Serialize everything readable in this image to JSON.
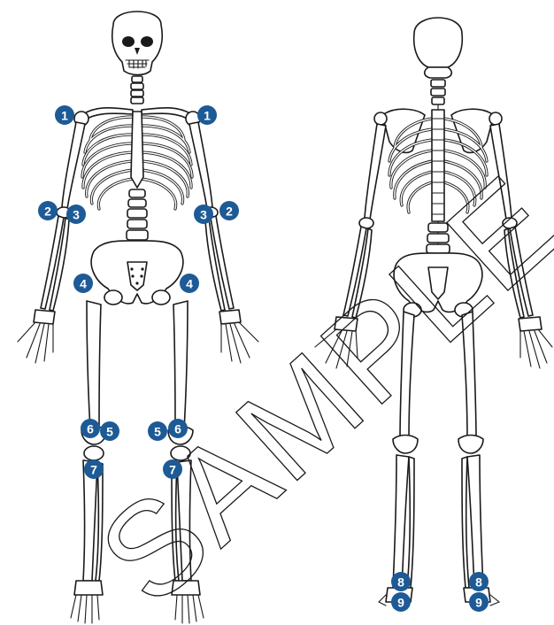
{
  "colors": {
    "marker": "#1d5a96",
    "marker_text": "#ffffff",
    "line": "#1a1a1a",
    "background": "#ffffff"
  },
  "figures": [
    {
      "id": "anterior",
      "label": ""
    },
    {
      "id": "posterior",
      "label": ""
    }
  ],
  "markers": [
    {
      "label": "1",
      "view": "anterior",
      "site": "right-shoulder"
    },
    {
      "label": "1",
      "view": "anterior",
      "site": "left-shoulder"
    },
    {
      "label": "2",
      "view": "anterior",
      "site": "right-elbow-lateral"
    },
    {
      "label": "3",
      "view": "anterior",
      "site": "right-elbow-medial"
    },
    {
      "label": "3",
      "view": "anterior",
      "site": "left-elbow-medial"
    },
    {
      "label": "2",
      "view": "anterior",
      "site": "left-elbow-lateral"
    },
    {
      "label": "4",
      "view": "anterior",
      "site": "right-hip"
    },
    {
      "label": "4",
      "view": "anterior",
      "site": "left-hip"
    },
    {
      "label": "6",
      "view": "anterior",
      "site": "right-knee-outer"
    },
    {
      "label": "5",
      "view": "anterior",
      "site": "right-knee-inner"
    },
    {
      "label": "5",
      "view": "anterior",
      "site": "left-knee-inner"
    },
    {
      "label": "6",
      "view": "anterior",
      "site": "left-knee-outer"
    },
    {
      "label": "7",
      "view": "anterior",
      "site": "right-tibia"
    },
    {
      "label": "7",
      "view": "anterior",
      "site": "left-tibia"
    },
    {
      "label": "8",
      "view": "posterior",
      "site": "left-ankle"
    },
    {
      "label": "9",
      "view": "posterior",
      "site": "left-heel"
    },
    {
      "label": "8",
      "view": "posterior",
      "site": "right-ankle"
    },
    {
      "label": "9",
      "view": "posterior",
      "site": "right-heel"
    }
  ],
  "watermark": "SAMPLE"
}
